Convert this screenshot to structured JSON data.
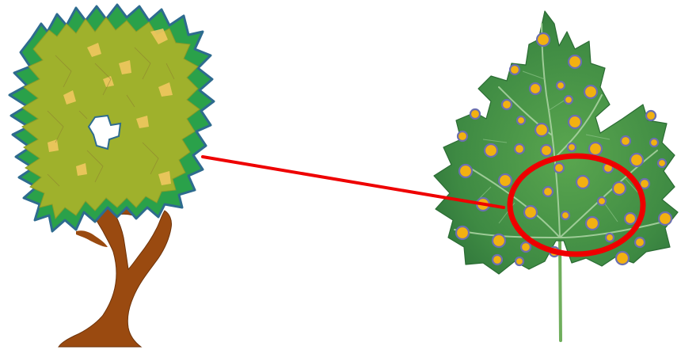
{
  "colors": {
    "background": "#ffffff",
    "tree_outline": "#2e6b8f",
    "tree_edge_green": "#2aa14a",
    "tree_canopy": "#9fb12c",
    "tree_highlight": "#f0c860",
    "trunk": "#9a4a10",
    "leaf_dark": "#2f7a3c",
    "leaf_mid": "#4f9a4a",
    "leaf_vein": "#a8d2a0",
    "spot_fill": "#f2b111",
    "spot_stroke": "#6b6fb0",
    "connector_line": "#ee0000",
    "highlight_ring": "#ee0000"
  },
  "figure": {
    "left_item": "tree-illustration",
    "right_item": "leaf-with-spots",
    "relation": "zoom-connector"
  }
}
